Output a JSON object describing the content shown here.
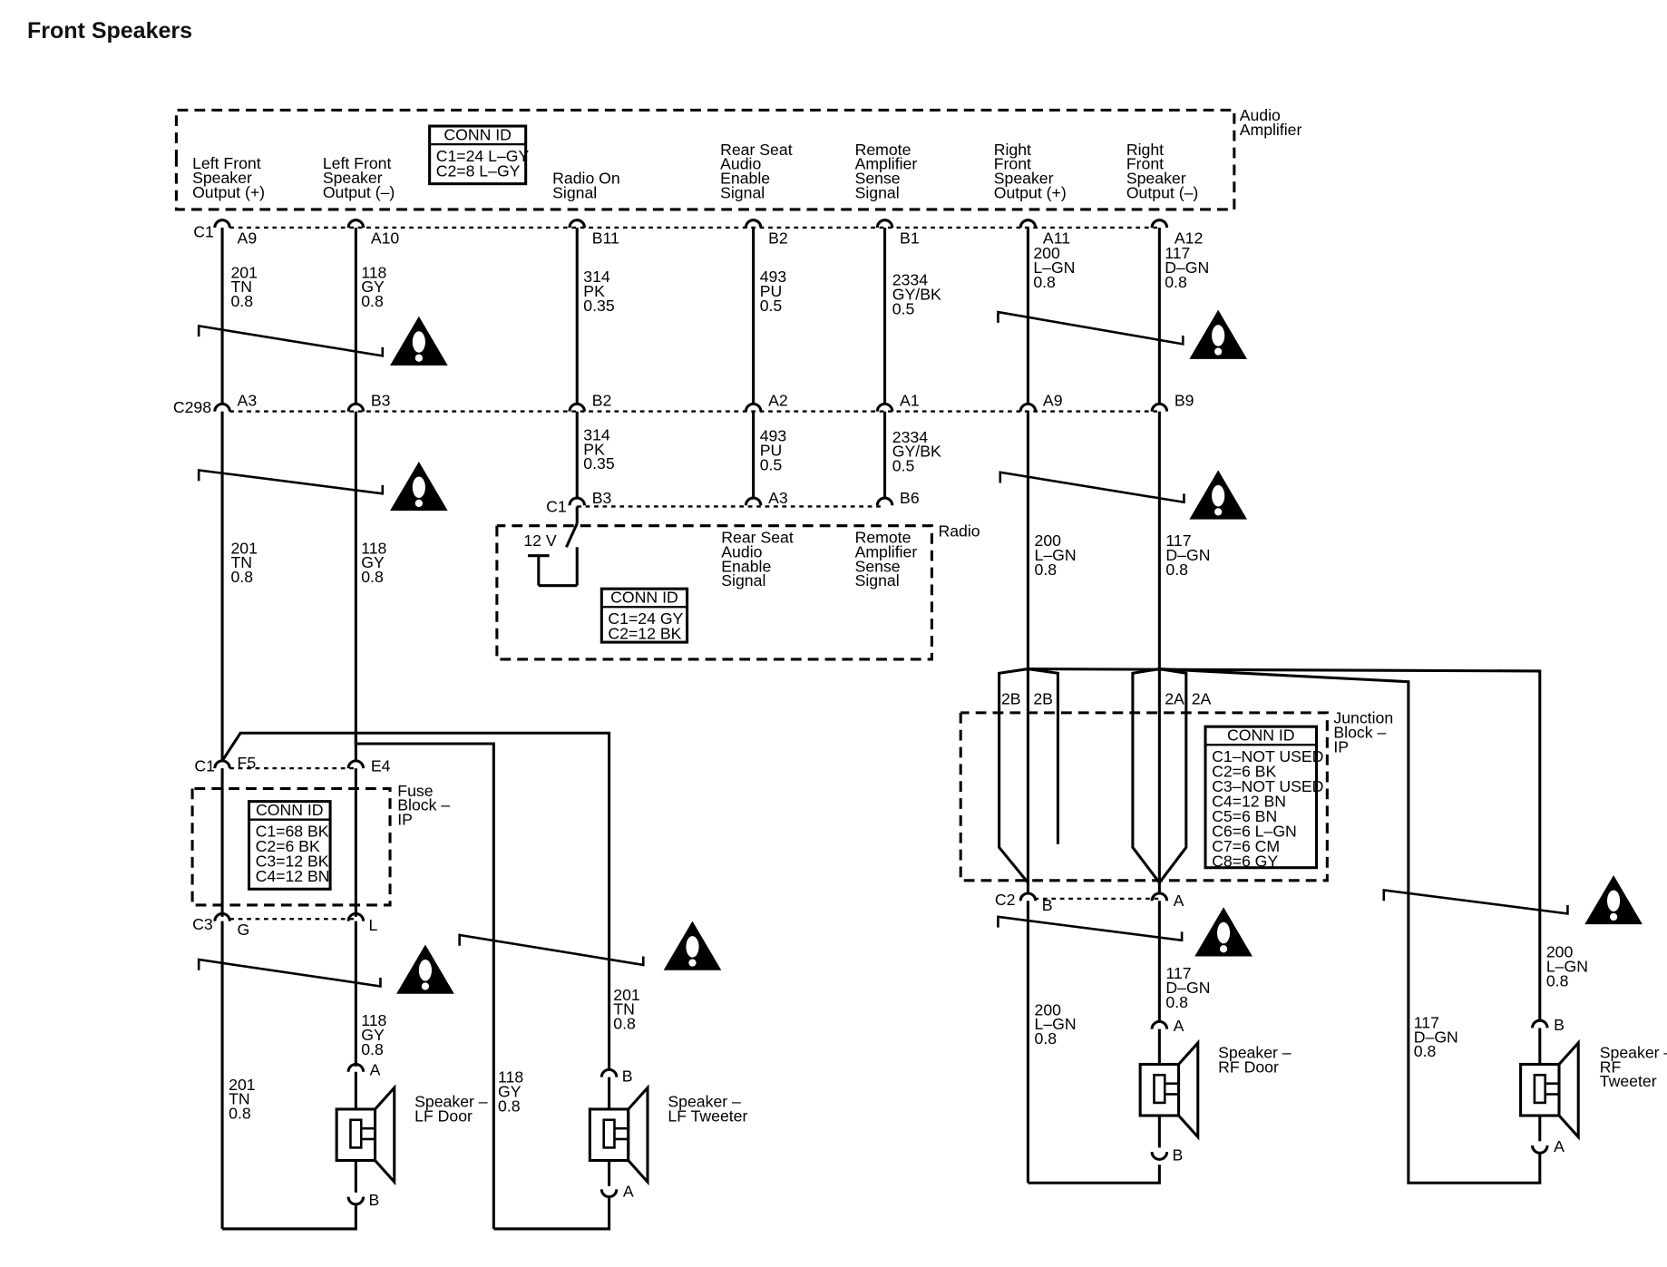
{
  "title": "Front Speakers",
  "components": {
    "amp": {
      "name": [
        "Audio",
        "Amplifier"
      ],
      "conn_id": {
        "header": "CONN ID",
        "lines": [
          "C1=24 L–GY",
          "C2=8 L–GY"
        ]
      },
      "signals": [
        [
          "Left Front",
          "Speaker",
          "Output (+)"
        ],
        [
          "Left Front",
          "Speaker",
          "Output (–)"
        ],
        [
          "Radio On",
          "Signal"
        ],
        [
          "Rear Seat",
          "Audio",
          "Enable",
          "Signal"
        ],
        [
          "Remote",
          "Amplifier",
          "Sense",
          "Signal"
        ],
        [
          "Right",
          "Front",
          "Speaker",
          "Output (+)"
        ],
        [
          "Right",
          "Front",
          "Speaker",
          "Output (–)"
        ]
      ]
    },
    "radio": {
      "name": "Radio",
      "voltage": "12 V",
      "signals": [
        [
          "Rear Seat",
          "Audio",
          "Enable",
          "Signal"
        ],
        [
          "Remote",
          "Amplifier",
          "Sense",
          "Signal"
        ]
      ],
      "conn_id": {
        "header": "CONN ID",
        "lines": [
          "C1=24 GY",
          "C2=12 BK"
        ]
      }
    },
    "fuse_block": {
      "name": [
        "Fuse",
        "Block –",
        "IP"
      ],
      "conn_id": {
        "header": "CONN ID",
        "lines": [
          "C1=68 BK",
          "C2=6 BK",
          "C3=12 BK",
          "C4=12 BN"
        ]
      }
    },
    "junction_block": {
      "name": [
        "Junction",
        "Block –",
        "IP"
      ],
      "conn_id": {
        "header": "CONN ID",
        "lines": [
          "C1–NOT USED",
          "C2=6 BK",
          "C3–NOT USED",
          "C4=12 BN",
          "C5=6 BN",
          "C6=6 L–GN",
          "C7=6 CM",
          "C8=6 GY"
        ]
      }
    },
    "speakers": [
      [
        "Speaker –",
        "LF Door"
      ],
      [
        "Speaker –",
        "LF Tweeter"
      ],
      [
        "Speaker –",
        "RF Door"
      ],
      [
        "Speaker –",
        "RF",
        "Tweeter"
      ]
    ]
  },
  "connectors": {
    "amp": {
      "name": "C1",
      "pins": [
        "A9",
        "A10",
        "B11",
        "B2",
        "B1",
        "A11",
        "A12"
      ]
    },
    "c298": {
      "name": "C298",
      "pins": [
        "A3",
        "B3",
        "B2",
        "A2",
        "A1",
        "A9",
        "B9"
      ]
    },
    "radio": {
      "name": "C1",
      "pins": [
        "B3",
        "A3",
        "B6"
      ]
    },
    "fuse_top": {
      "name": "C1",
      "pins": [
        "F5",
        "E4"
      ]
    },
    "fuse_bottom": {
      "name": "C3",
      "pins": [
        "G",
        "L"
      ]
    },
    "junction_top": {
      "pins": [
        "2B",
        "2B",
        "2A",
        "2A"
      ]
    },
    "junction_bottom": {
      "name": "C2",
      "pins": [
        "B",
        "A"
      ]
    },
    "lf_door": {
      "pins": [
        "A",
        "B"
      ]
    },
    "lf_tweeter": {
      "pins": [
        "B",
        "A"
      ]
    },
    "rf_door": {
      "pins": [
        "A",
        "B"
      ]
    },
    "rf_tweeter": {
      "pins": [
        "B",
        "A"
      ]
    }
  },
  "wires": {
    "w201_a": [
      "201",
      "TN",
      "0.8"
    ],
    "w118_a": [
      "118",
      "GY",
      "0.8"
    ],
    "w314_a": [
      "314",
      "PK",
      "0.35"
    ],
    "w493_a": [
      "493",
      "PU",
      "0.5"
    ],
    "w2334_a": [
      "2334",
      "GY/BK",
      "0.5"
    ],
    "w200_a": [
      "200",
      "L–GN",
      "0.8"
    ],
    "w117_a": [
      "117",
      "D–GN",
      "0.8"
    ],
    "w314_b": [
      "314",
      "PK",
      "0.35"
    ],
    "w493_b": [
      "493",
      "PU",
      "0.5"
    ],
    "w2334_b": [
      "2334",
      "GY/BK",
      "0.5"
    ],
    "w201_b": [
      "201",
      "TN",
      "0.8"
    ],
    "w118_b": [
      "118",
      "GY",
      "0.8"
    ],
    "w200_b": [
      "200",
      "L–GN",
      "0.8"
    ],
    "w117_b": [
      "117",
      "D–GN",
      "0.8"
    ],
    "w118_c": [
      "118",
      "GY",
      "0.8"
    ],
    "w201_c": [
      "201",
      "TN",
      "0.8"
    ],
    "w201_d": [
      "201",
      "TN",
      "0.8"
    ],
    "w118_d": [
      "118",
      "GY",
      "0.8"
    ],
    "w117_c": [
      "117",
      "D–GN",
      "0.8"
    ],
    "w200_c": [
      "200",
      "L–GN",
      "0.8"
    ],
    "w117_d": [
      "117",
      "D–GN",
      "0.8"
    ],
    "w200_d": [
      "200",
      "L–GN",
      "0.8"
    ]
  }
}
